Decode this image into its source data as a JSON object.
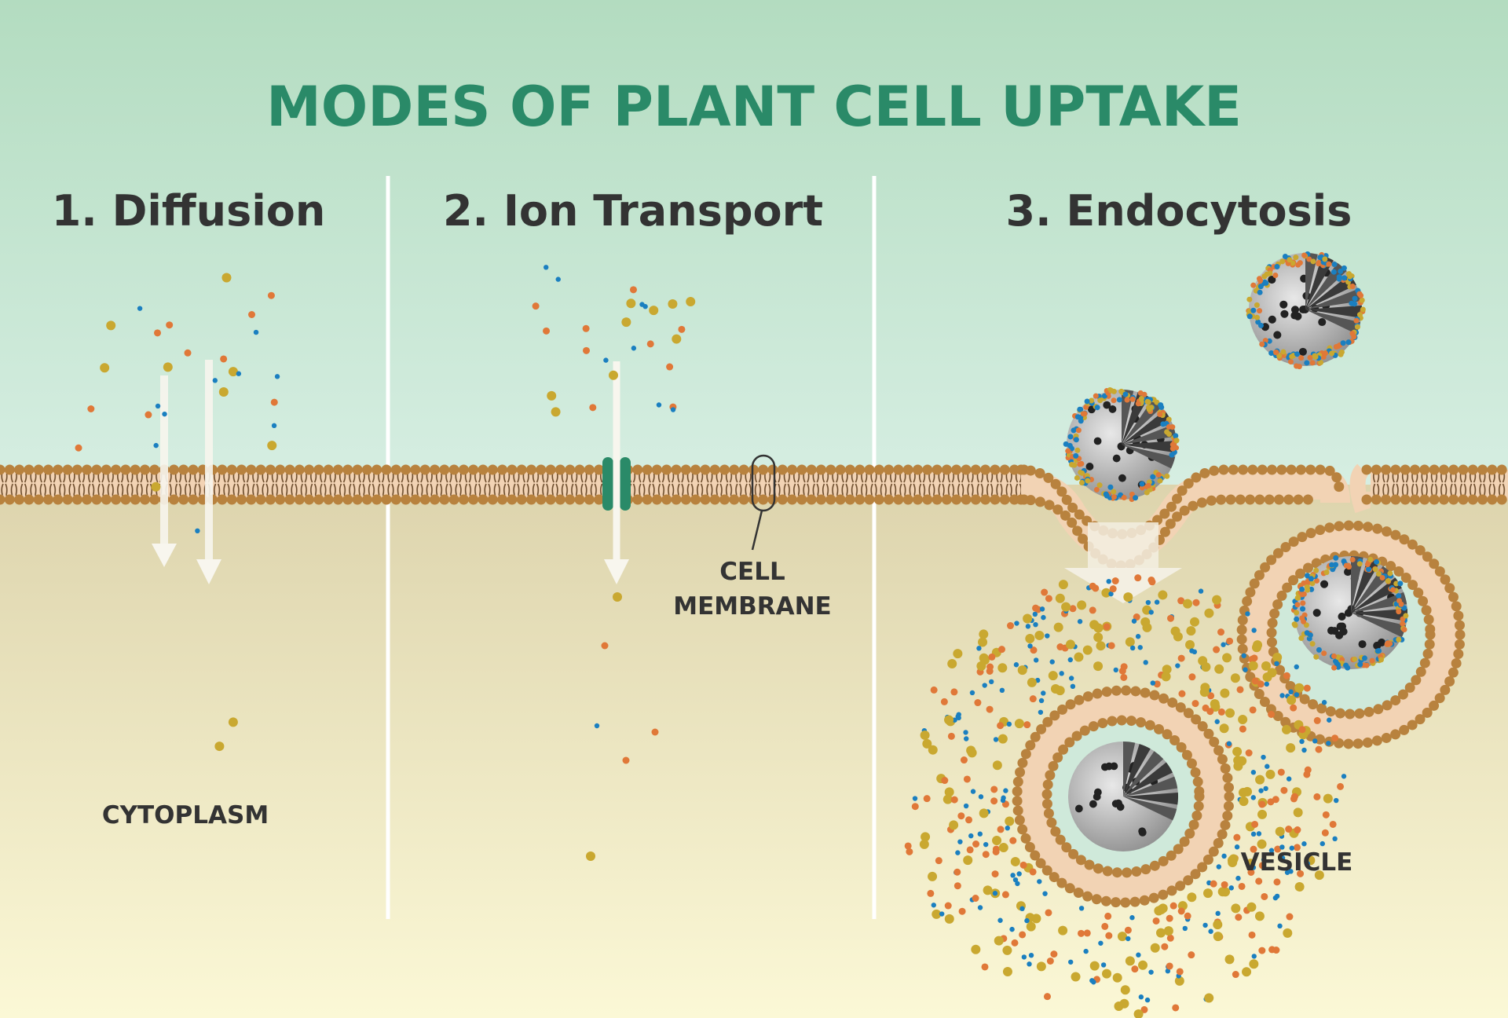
{
  "title": "MODES OF PLANT CELL UPTAKE",
  "sections": [
    {
      "heading": "1. Diffusion"
    },
    {
      "heading": "2. Ion Transport"
    },
    {
      "heading": "3. Endocytosis"
    }
  ],
  "labels": {
    "cytoplasm": "CYTOPLASM",
    "cell_membrane_line1": "CELL",
    "cell_membrane_line2": "MEMBRANE",
    "vesicle": "VESICLE"
  },
  "colors": {
    "title": "#2a8a68",
    "particle_orange": "#e07838",
    "particle_blue": "#1a7fc0",
    "particle_yellow": "#c9a830",
    "membrane_head": "#b8823e",
    "ion_channel": "#2a8a68"
  }
}
